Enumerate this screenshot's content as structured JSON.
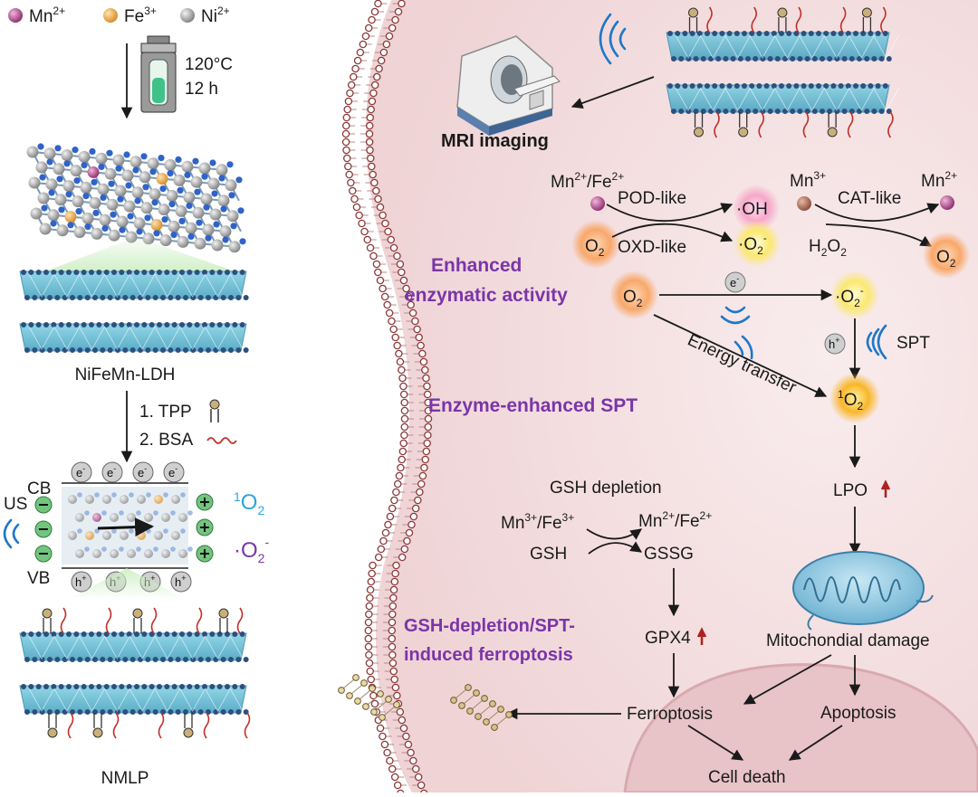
{
  "legend": {
    "mn": "Mn",
    "mn_sup": "2+",
    "fe": "Fe",
    "fe_sup": "3+",
    "ni": "Ni",
    "ni_sup": "2+"
  },
  "synthesis": {
    "temperature": "120°C",
    "time": "12 h",
    "material": "NiFeMn-LDH",
    "step1": "1. TPP",
    "step2": "2. BSA",
    "product": "NMLP"
  },
  "band": {
    "cb": "CB",
    "vb": "VB",
    "us": "US",
    "electron": "e",
    "electron_sup": "-",
    "hole": "h",
    "hole_sup": "+",
    "singlet_oxygen_sup": "1",
    "singlet_oxygen": "O",
    "singlet_oxygen_sub": "2",
    "superoxide": "·O",
    "superoxide_sub": "2",
    "superoxide_sup": "-"
  },
  "mri": {
    "label": "MRI imaging"
  },
  "enzyme": {
    "mn_fe_2": "Mn",
    "mn_fe_2_sup1": "2+",
    "mn_fe_2_mid": "/Fe",
    "mn_fe_2_sup2": "2+",
    "pod": "POD-like",
    "oxd": "OXD-like",
    "oh": "·OH",
    "o2": "O",
    "o2_sub": "2",
    "superoxide": "·O",
    "superoxide_sub": "2",
    "superoxide_sup": "-",
    "mn3": "Mn",
    "mn3_sup": "3+",
    "cat": "CAT-like",
    "mn2": "Mn",
    "mn2_sup": "2+",
    "h2o2": "H",
    "h2o2_sub1": "2",
    "h2o2_mid": "O",
    "h2o2_sub2": "2"
  },
  "headings": {
    "enhanced_1": "Enhanced",
    "enhanced_2": "enzymatic activity",
    "spt": "Enzyme-enhanced SPT",
    "ferro_1": "GSH-depletion/SPT-",
    "ferro_2": "induced ferroptosis"
  },
  "spt_path": {
    "electron": "e",
    "electron_sup": "-",
    "hole": "h",
    "hole_sup": "+",
    "spt": "SPT",
    "energy_transfer": "Energy transfer",
    "singlet_sup": "1",
    "singlet": "O",
    "singlet_sub": "2"
  },
  "gsh": {
    "title": "GSH depletion",
    "mn3fe3": "Mn",
    "mn3fe3_sup1": "3+",
    "mn3fe3_mid": "/Fe",
    "mn3fe3_sup2": "3+",
    "mn2fe2": "Mn",
    "mn2fe2_sup1": "2+",
    "mn2fe2_mid": "/Fe",
    "mn2fe2_sup2": "2+",
    "gsh": "GSH",
    "gssg": "GSSG",
    "gpx4": "GPX4"
  },
  "outcome": {
    "lpo": "LPO",
    "mito": "Mitochondial damage",
    "ferroptosis": "Ferroptosis",
    "apoptosis": "Apoptosis",
    "cell_death": "Cell death"
  },
  "colors": {
    "mn": "#a8357f",
    "fe": "#e8a33c",
    "ni": "#9c9c9c",
    "cell_bg": "#f6e3e4",
    "membrane": "#8b3a3a",
    "purple_text": "#7b35a8",
    "cyan_text": "#2aa7d9",
    "sheet": "#4fb3cf",
    "wave": "#1f78c8",
    "up_arrow": "#b02020"
  }
}
